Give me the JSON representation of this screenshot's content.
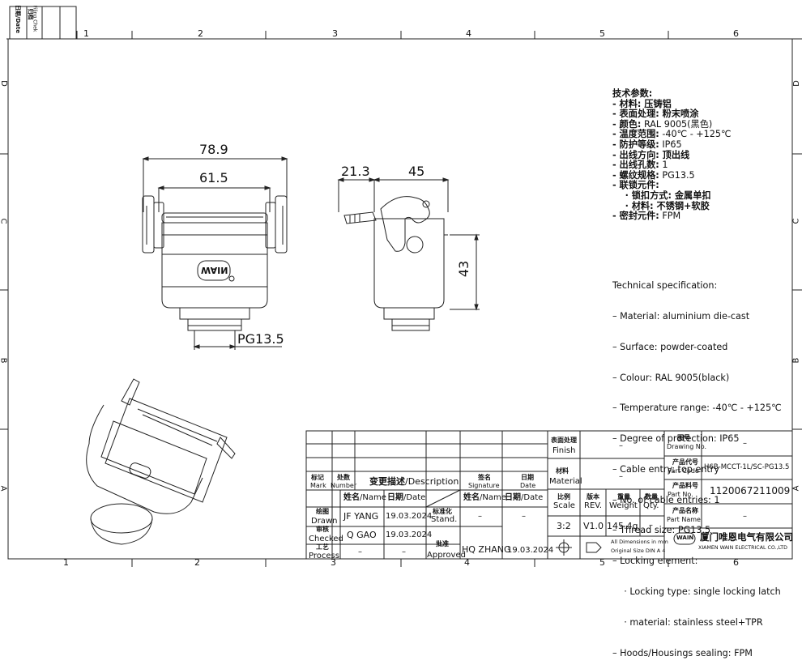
{
  "frame": {
    "cols": [
      "1",
      "2",
      "3",
      "4",
      "5",
      "6"
    ],
    "rows": [
      "D",
      "C",
      "B",
      "A"
    ],
    "filing_date": "日期/Date",
    "filing_check": "Filing Chek",
    "filing_cn": "归档"
  },
  "dimensions": {
    "front_outer_width": "78.9",
    "front_inner_width": "61.5",
    "front_thread": "PG13.5",
    "side_offset": "21.3",
    "side_depth": "45",
    "side_height": "43"
  },
  "logo_text": "WAIN",
  "specs_cn": [
    {
      "label": "技术参数:",
      "value": ""
    },
    {
      "label": "- 材料:",
      "value": " 压铸铝"
    },
    {
      "label": "- 表面处理:",
      "value": " 粉末喷涂"
    },
    {
      "label": "- 颜色:",
      "value": " RAL 9005(黑色)"
    },
    {
      "label": "- 温度范围:",
      "value": " -40℃ - +125℃"
    },
    {
      "label": "- 防护等级:",
      "value": " IP65"
    },
    {
      "label": "- 出线方向:",
      "value": " 顶出线"
    },
    {
      "label": "- 出线孔数:",
      "value": " 1"
    },
    {
      "label": "- 螺纹规格:",
      "value": " PG13.5"
    },
    {
      "label": "- 联锁元件:",
      "value": ""
    },
    {
      "label": "    · 锁扣方式:",
      "value": " 金属单扣"
    },
    {
      "label": "    · 材料:",
      "value": " 不锈钢+软胶"
    },
    {
      "label": "- 密封元件:",
      "value": " FPM"
    }
  ],
  "specs_en": [
    "Technical specification:",
    "– Material: aluminium die-cast",
    "– Surface: powder-coated",
    "– Colour: RAL 9005(black)",
    "– Temperature range: -40℃ - +125℃",
    "– Degree of protection: IP65",
    "– Cable entry: top entry",
    "– No. of cable entries: 1",
    "– Thread size: PG13.5",
    "– Locking element:",
    "    · Locking type: single locking latch",
    "    · material: stainless steel+TPR",
    "– Hoods/Housings sealing: FPM"
  ],
  "title_block": {
    "mark_cn": "标记",
    "mark_en": "Mark",
    "number_cn": "处数",
    "number_en": "Number",
    "desc_cn": "变更描述",
    "desc_en": "/Description",
    "sig_cn": "签名",
    "sig_en": "Signature",
    "date_cn": "日期",
    "date_en": "Date",
    "name_cn": "姓名",
    "name_en": "/Name",
    "dt_cn": "日期",
    "dt_en": "/Date",
    "name2_cn": "姓名",
    "name2_en": "/Name",
    "dt2_cn": "日期",
    "dt2_en": "/Date",
    "drawn_cn": "绘图",
    "drawn_en": "Drawn",
    "drawn_name": "JF YANG",
    "drawn_date": "19.03.2024",
    "stand_cn": "标准化",
    "stand_en": "Stand.",
    "stand_val1": "–",
    "stand_val2": "–",
    "checked_cn": "审核",
    "checked_en": "Checked",
    "checked_name": "Q GAO",
    "checked_date": "19.03.2024",
    "process_cn": "工艺",
    "process_en": "Process",
    "process_name": "–",
    "process_date": "–",
    "approved_cn": "批准",
    "approved_en": "Approved",
    "approved_name": "HQ ZHANG",
    "approved_date": "19.03.2024",
    "finish_cn": "表面处理",
    "finish_en": "Finish",
    "finish_val": "–",
    "material_cn": "材料",
    "material_en": "Material",
    "material_val": "–",
    "scale_cn": "比例",
    "scale_en": "Scale",
    "scale_val": "3:2",
    "rev_cn": "版本",
    "rev_en": "REV.",
    "rev_val": "V1.0",
    "weight_cn": "重量",
    "weight_en": "Weight",
    "weight_val": "145.4g",
    "qty_cn": "数量",
    "qty_en": "Qty.",
    "qty_val": "–",
    "dims_note1": "All Dimensions in mm",
    "dims_note2": "Original Size DIN A 4",
    "drawing_no_cn": "图号",
    "drawing_no_en": "Drawing No.",
    "drawing_no_val": "–",
    "product_code_cn": "产品代号",
    "product_code_en": "Part Code",
    "product_code_val": "H6B-MCCT-1L/SC-PG13.5",
    "part_no_cn": "产品料号",
    "part_no_en": "Part No.",
    "part_no_val": "1120067211009",
    "part_name_cn": "产品名称",
    "part_name_en": "Part Name",
    "part_name_val": "–",
    "company_cn": "厦门唯恩电气有限公司",
    "company_en": "XIAMEN WAIN ELECTRICAL CO.,LTD",
    "company_logo": "WAIN"
  }
}
